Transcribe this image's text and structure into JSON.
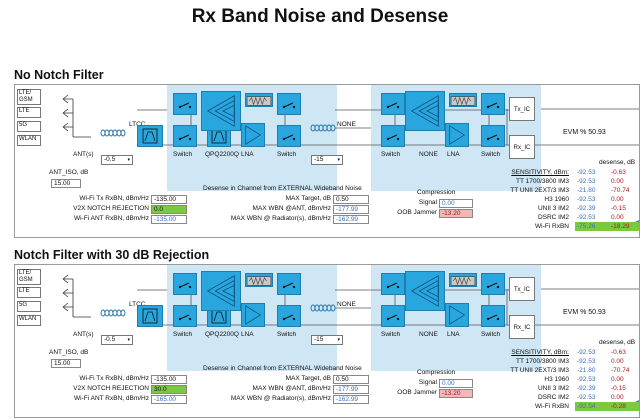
{
  "title": "Rx Band Noise and Desense",
  "sections": [
    {
      "title": "No Notch Filter",
      "ant_labels": [
        "LTE/\nGSM",
        "LTE",
        "5G",
        "WLAN"
      ],
      "ant_port": "ANT(s)",
      "ant_dropdown": "-0.5",
      "ltcc": "LTCC",
      "ant_iso_label": "ANT_ISO, dB",
      "ant_iso_value": "15.00",
      "chain_labels": [
        "Switch",
        "QPQ2200Q",
        "LNA",
        "Switch"
      ],
      "mid_dropdown": "-15",
      "none_label_top": "NONE",
      "right_chain_labels": [
        "Switch",
        "NONE",
        "LNA",
        "Switch"
      ],
      "tx_ic": "Tx_IC",
      "rx_ic": "Rx_IC",
      "evm": "EVM % 50.93",
      "wifi_tx_label": "Wi-Fi Tx RxBN, dBm/Hz",
      "wifi_tx_value": "-135.00",
      "notch_label": "V2X NOTCH REJECTION",
      "notch_value": "0.0",
      "wifi_ant_label": "Wi-Fi ANT RxBN, dBm/Hz",
      "wifi_ant_value": "-135.00",
      "desense_title": "Desense in Channel from EXTERNAL Wideband Noise",
      "max_target_label": "MAX Target, dB",
      "max_target_value": "0.50",
      "max_wbn_ant_label": "MAX WBN @ANT, dBm/Hz",
      "max_wbn_ant_value": "-177.99",
      "max_wbn_rad_label": "MAX WBN @ Radiator(s), dBm/Hz",
      "max_wbn_rad_value": "-162.99",
      "compression_label": "Compression",
      "signal_label": "Signal",
      "signal_value": "0.00",
      "oob_label": "OOB Jammer",
      "oob_value": "-13.20",
      "table_header_left": "SENSITIVITY, dBm",
      "table_header_right": "desense, dB",
      "table_rows": [
        {
          "name": "SENSITIVITY, dBm:",
          "v1": "-92.53",
          "v2": "-0.63"
        },
        {
          "name": "TT 1700/3800 IM3",
          "v1": "-92.53",
          "v2": "0.00"
        },
        {
          "name": "TT UNII 2EXT/3 IM3",
          "v1": "-21.80",
          "v2": "-70.74"
        },
        {
          "name": "H3 1960",
          "v1": "-92.53",
          "v2": "0.00"
        },
        {
          "name": "UNII 3 IM2",
          "v1": "-92.39",
          "v2": "-0.15"
        },
        {
          "name": "DSRC IM2",
          "v1": "-92.53",
          "v2": "0.00"
        },
        {
          "name": "Wi-Fi RxBN",
          "v1": "-75.26",
          "v2": "-18.29"
        }
      ]
    },
    {
      "title": "Notch Filter with 30 dB Rejection",
      "ant_labels": [
        "LTE/\nGSM",
        "LTE",
        "5G",
        "WLAN"
      ],
      "ant_port": "ANT(s)",
      "ant_dropdown": "-0.5",
      "ltcc": "LTCC",
      "ant_iso_label": "ANT_ISO, dB",
      "ant_iso_value": "15.00",
      "chain_labels": [
        "Switch",
        "QPQ2200Q",
        "LNA",
        "Switch"
      ],
      "mid_dropdown": "-15",
      "none_label_top": "NONE",
      "right_chain_labels": [
        "Switch",
        "NONE",
        "LNA",
        "Switch"
      ],
      "tx_ic": "Tx_IC",
      "rx_ic": "Rx_IC",
      "evm": "EVM % 50.93",
      "wifi_tx_label": "Wi-Fi Tx RxBN, dBm/Hz",
      "wifi_tx_value": "-135.00",
      "notch_label": "V2X NOTCH REJECTION",
      "notch_value": "30.0",
      "wifi_ant_label": "Wi-Fi ANT RxBN, dBm/Hz",
      "wifi_ant_value": "-165.00",
      "desense_title": "Desense in Channel from EXTERNAL Wideband Noise",
      "max_target_label": "MAX Target, dB",
      "max_target_value": "0.50",
      "max_wbn_ant_label": "MAX WBN @ANT, dBm/Hz",
      "max_wbn_ant_value": "-177.99",
      "max_wbn_rad_label": "MAX WBN @ Radiator(s), dBm/Hz",
      "max_wbn_rad_value": "-162.99",
      "compression_label": "Compression",
      "signal_label": "Signal",
      "signal_value": "0.00",
      "oob_label": "OOB Jammer",
      "oob_value": "-13.20",
      "table_header_left": "SENSITIVITY, dBm",
      "table_header_right": "desense, dB",
      "table_rows": [
        {
          "name": "SENSITIVITY, dBm:",
          "v1": "-92.53",
          "v2": "-0.63"
        },
        {
          "name": "TT 1700/3800 IM3",
          "v1": "-92.53",
          "v2": "0.00"
        },
        {
          "name": "TT UNII 2EXT/3 IM3",
          "v1": "-21.80",
          "v2": "-70.74"
        },
        {
          "name": "H3 1960",
          "v1": "-92.53",
          "v2": "0.00"
        },
        {
          "name": "UNII 3 IM2",
          "v1": "-92.39",
          "v2": "-0.15"
        },
        {
          "name": "DSRC IM2",
          "v1": "-92.53",
          "v2": "0.00"
        },
        {
          "name": "Wi-Fi RxBN",
          "v1": "-92.54",
          "v2": "-0.28"
        }
      ]
    }
  ],
  "colors": {
    "block_blue": "#29a6de",
    "block_border": "#1c7fb0",
    "shade_band": "#cfe6f5",
    "green_highlight": "#7ac943",
    "red_field": "#f7b6b6",
    "value_blue": "#3b6fc4",
    "value_red": "#b3161a"
  }
}
